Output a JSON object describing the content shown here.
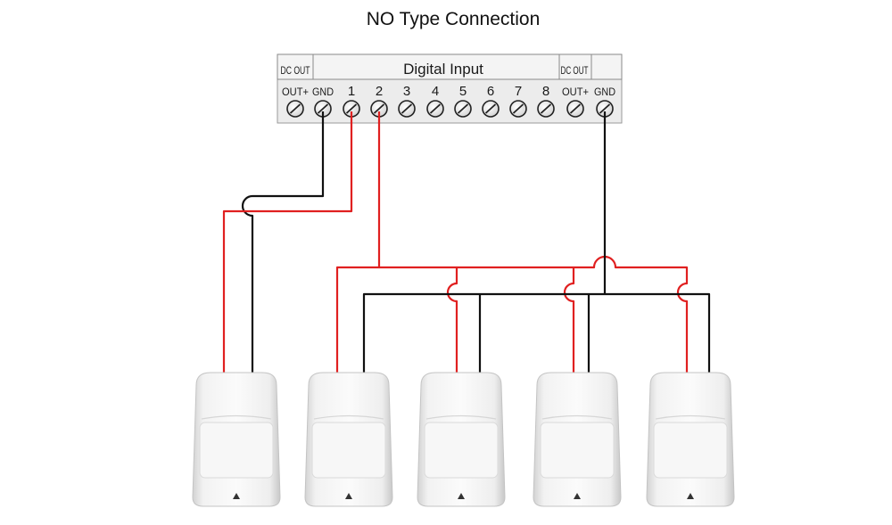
{
  "title": "NO Type Connection",
  "terminal_block": {
    "left_group_label": "DC OUT",
    "center_group_label": "Digital Input",
    "right_group_label": "DC OUT",
    "terminals": [
      "OUT+",
      "GND",
      "1",
      "2",
      "3",
      "4",
      "5",
      "6",
      "7",
      "8",
      "OUT+",
      "GND"
    ]
  },
  "wire_colors": {
    "positive": "#e02020",
    "ground": "#111111"
  },
  "detector_count": 5
}
